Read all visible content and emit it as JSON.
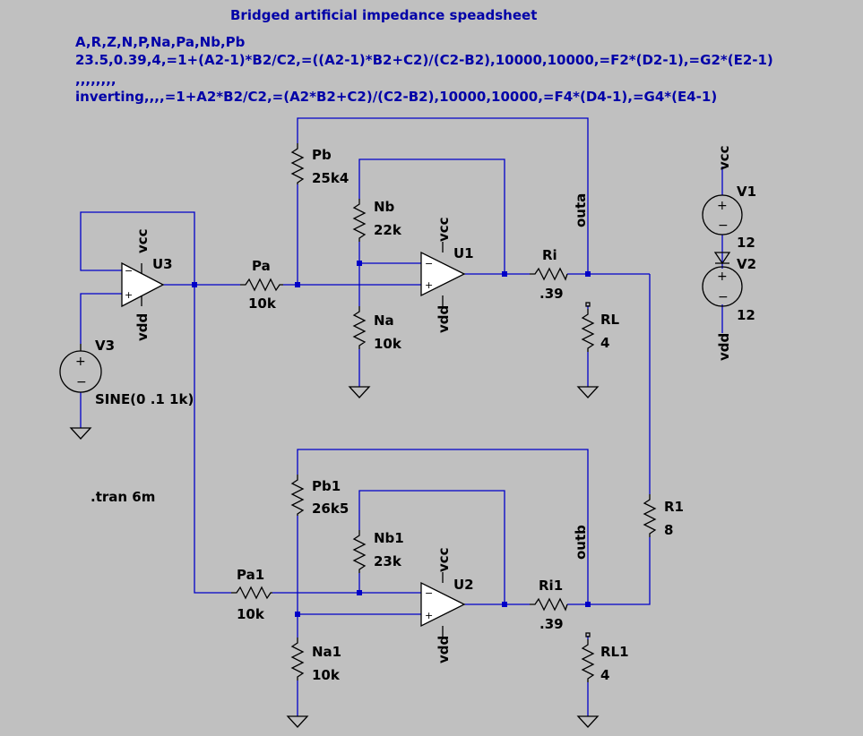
{
  "header": {
    "title": "Bridged artificial impedance speadsheet",
    "lines": [
      "A,R,Z,N,P,Na,Pa,Nb,Pb",
      "23.5,0.39,4,=1+(A2-1)*B2/C2,=((A2-1)*B2+C2)/(C2-B2),10000,10000,=F2*(D2-1),=G2*(E2-1)",
      ",,,,,,,,",
      "inverting,,,,=1+A2*B2/C2,=(A2*B2+C2)/(C2-B2),10000,10000,=F4*(D4-1),=G4*(E4-1)"
    ]
  },
  "directive": ".tran 6m",
  "colors": {
    "background": "#c0c0c0",
    "wire": "#0000c8",
    "text": "#0000a8",
    "symbol": "#000000"
  },
  "net_labels": {
    "vcc": "vcc",
    "vdd": "vdd",
    "outa": "outa",
    "outb": "outb"
  },
  "opamps": {
    "u1": "U1",
    "u2": "U2",
    "u3": "U3"
  },
  "resistors": {
    "pb": {
      "name": "Pb",
      "value": "25k4"
    },
    "nb": {
      "name": "Nb",
      "value": "22k"
    },
    "pa": {
      "name": "Pa",
      "value": "10k"
    },
    "na": {
      "name": "Na",
      "value": "10k"
    },
    "ri": {
      "name": "Ri",
      "value": ".39"
    },
    "rl": {
      "name": "RL",
      "value": "4"
    },
    "pb1": {
      "name": "Pb1",
      "value": "26k5"
    },
    "nb1": {
      "name": "Nb1",
      "value": "23k"
    },
    "pa1": {
      "name": "Pa1",
      "value": "10k"
    },
    "na1": {
      "name": "Na1",
      "value": "10k"
    },
    "ri1": {
      "name": "Ri1",
      "value": ".39"
    },
    "rl1": {
      "name": "RL1",
      "value": "4"
    },
    "r1": {
      "name": "R1",
      "value": "8"
    }
  },
  "sources": {
    "v1": {
      "name": "V1",
      "value": "12"
    },
    "v2": {
      "name": "V2",
      "value": "12"
    },
    "v3": {
      "name": "V3",
      "value": "SINE(0 .1 1k)"
    }
  },
  "opamp_pins": {
    "plus": "+",
    "minus": "−"
  }
}
